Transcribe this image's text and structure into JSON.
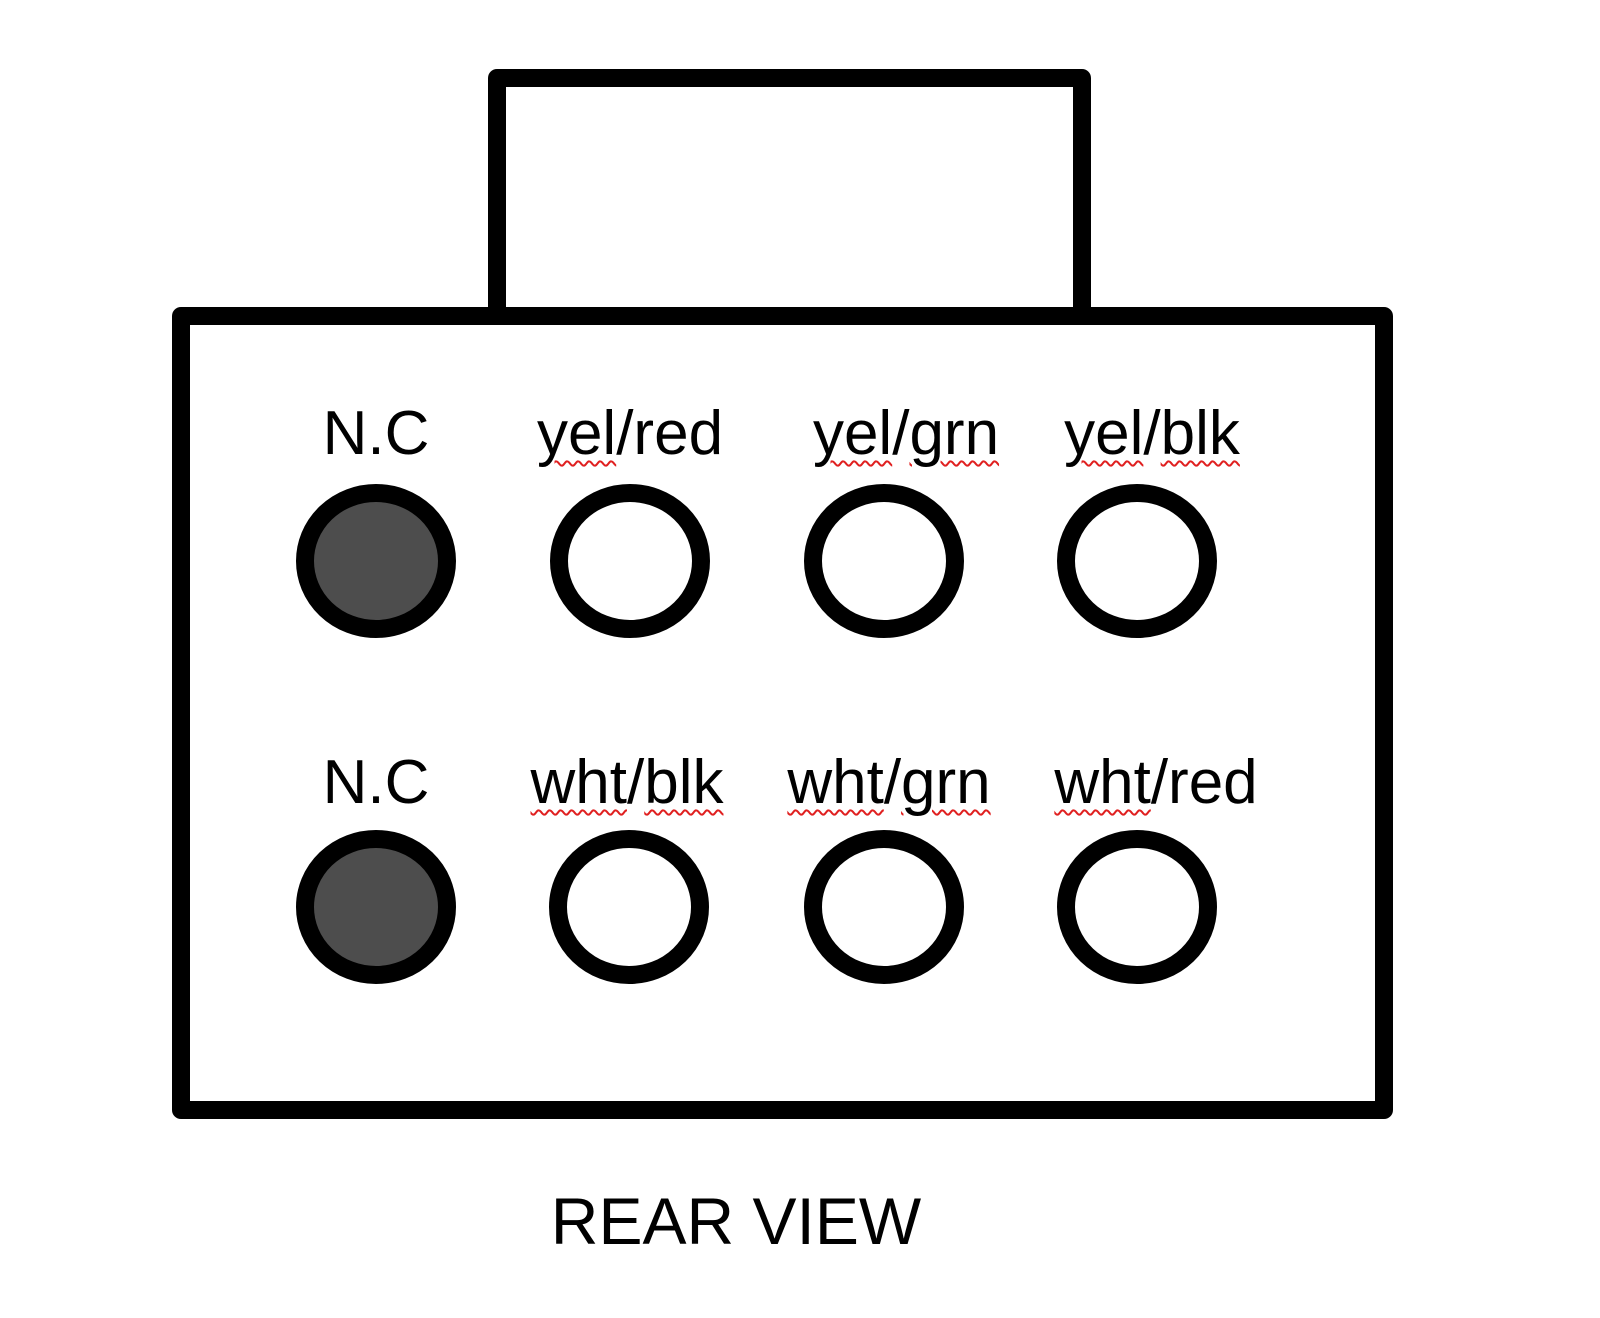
{
  "title": "REAR VIEW",
  "rows": [
    {
      "pins": [
        {
          "label": "N.C",
          "parts": [
            {
              "t": "N.C",
              "sq": false
            }
          ],
          "filled": true
        },
        {
          "label": "yel/red",
          "parts": [
            {
              "t": "yel",
              "sq": true
            },
            {
              "t": "/red",
              "sq": false
            }
          ],
          "filled": false
        },
        {
          "label": "yel/grn",
          "parts": [
            {
              "t": "yel",
              "sq": true
            },
            {
              "t": "/",
              "sq": false
            },
            {
              "t": "grn",
              "sq": true
            }
          ],
          "filled": false
        },
        {
          "label": "yel/blk",
          "parts": [
            {
              "t": "yel",
              "sq": true
            },
            {
              "t": "/",
              "sq": false
            },
            {
              "t": "blk",
              "sq": true
            }
          ],
          "filled": false
        }
      ]
    },
    {
      "pins": [
        {
          "label": "N.C",
          "parts": [
            {
              "t": "N.C",
              "sq": false
            }
          ],
          "filled": true
        },
        {
          "label": "wht/blk",
          "parts": [
            {
              "t": "wht",
              "sq": true
            },
            {
              "t": "/",
              "sq": false
            },
            {
              "t": "blk",
              "sq": true
            }
          ],
          "filled": false
        },
        {
          "label": "wht/grn",
          "parts": [
            {
              "t": "wht",
              "sq": true
            },
            {
              "t": "/",
              "sq": false
            },
            {
              "t": "grn",
              "sq": true
            }
          ],
          "filled": false
        },
        {
          "label": "wht/red",
          "parts": [
            {
              "t": "wht",
              "sq": true
            },
            {
              "t": "/red",
              "sq": false
            }
          ],
          "filled": false
        }
      ]
    }
  ],
  "colors": {
    "stroke": "#000000",
    "filled_pin": "#4d4d4d",
    "spellcheck": "#e02020"
  }
}
